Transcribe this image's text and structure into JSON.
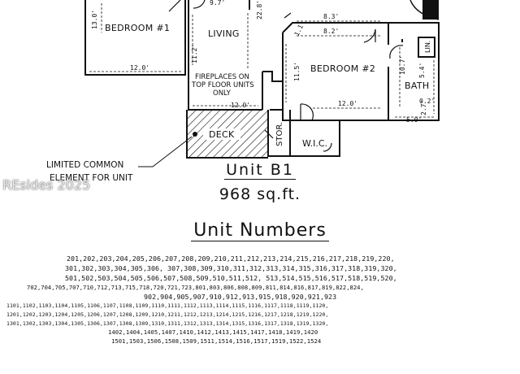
{
  "plan": {
    "rooms": {
      "bedroom1": "BEDROOM #1",
      "living": "LIVING",
      "bedroom2": "BEDROOM #2",
      "bath": "BATH",
      "lin": "LIN.",
      "deck": "DECK",
      "storage": "STOR.",
      "wic": "W.I.C."
    },
    "fireplace_note": [
      "FIREPLACES ON",
      "TOP FLOOR UNITS",
      "ONLY"
    ],
    "common_element_note": [
      "LIMITED COMMON",
      "ELEMENT FOR UNIT"
    ],
    "dimensions": {
      "bed1_height": "13.0'",
      "bed1_width": "12.0'",
      "living_top": "9.7'",
      "living_right": "22.8'",
      "living_left": "11.2'",
      "living_width": "12.0'",
      "bed2_top_outer": "8.3'",
      "bed2_top_inner": "8.2'",
      "bed2_corner": "1.1'",
      "bed2_height": "11.5'",
      "bed2_width": "12.0'",
      "bath_height": "10.7'",
      "bath_lin": "5.4'",
      "bath_small1": "0.2'",
      "bath_small2": "2.7'",
      "bath_width": "5.0'"
    }
  },
  "unit_title": "Unit B1",
  "unit_area": "968 sq.ft.",
  "unit_numbers_heading": "Unit Numbers",
  "unit_numbers": [
    "201,202,203,204,205,206,207,208,209,210,211,212,213,214,215,216,217,218,219,220,",
    "301,302,303,304,305,306, 307,308,309,310,311,312,313,314,315,316,317,318,319,320,",
    "501,502,503,504,505,506,507,508,509,510,511,512, 513,514,515,516,517,518,519,520,",
    "702,704,705,707,710,712,713,715,718,720,721,723,801,803,806,808,809,811,814,816,817,819,822,824,",
    "902,904,905,907,910,912,913,915,918,920,921,923",
    "1101,1102,1103,1104,1105,1106,1107,1108,1109,1110,1111,1112,1113,1114,1115,1116,1117,1118,1119,1120,",
    "1201,1202,1203,1204,1205,1206,1207,1208,1209,1210,1211,1212,1213,1214,1215,1216,1217,1218,1219,1220,",
    "1301,1302,1303,1304,1305,1306,1307,1308,1309,1310,1311,1312,1313,1314,1315,1316,1317,1318,1319,1320,",
    "1402,1404,1405,1407,1410,1412,1413,1415,1417,1418,1419,1420",
    "1501,1503,1506,1508,1509,1511,1514,1516,1517,1519,1522,1524"
  ],
  "watermark": "REsides 2025",
  "colors": {
    "ink": "#111111",
    "paper": "#ffffff"
  }
}
